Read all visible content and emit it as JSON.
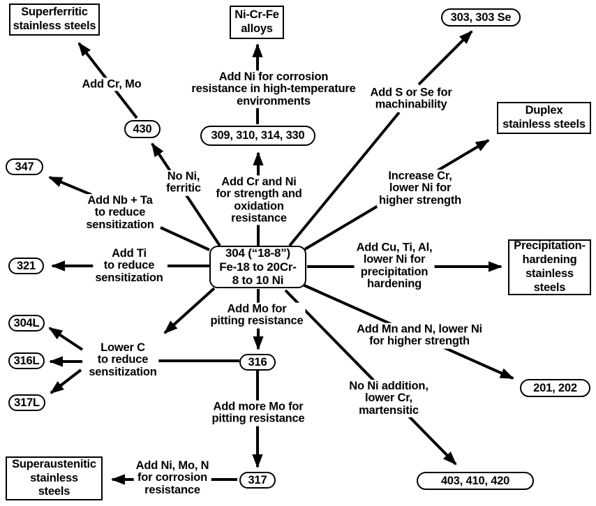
{
  "diagram": {
    "center": "304 (“18-8”)\nFe-18 to 20Cr-\n8 to 10 Ni",
    "boxes": {
      "superferritic": "Superferritic\nstainless steels",
      "nicrfe": "Ni-Cr-Fe\nalloys",
      "duplex": "Duplex\nstainless steels",
      "precipitation": "Precipitation-\nhardening\nstainless\nsteels",
      "superaustenitic": "Superaustenitic\nstainless\nsteels"
    },
    "grades": {
      "g303": "303, 303 Se",
      "g430": "430",
      "g309": "309, 310, 314, 330",
      "g347": "347",
      "g321": "321",
      "g304l": "304L",
      "g316l": "316L",
      "g317l": "317L",
      "g316": "316",
      "g317": "317",
      "g201": "201, 202",
      "g403": "403, 410, 420"
    },
    "labels": {
      "add_cr_mo": "Add Cr, Mo",
      "add_ni_corrosion": "Add Ni for corrosion\nresistance in high-temperature\nenvironments",
      "add_s_se": "Add S or Se for\nmachinability",
      "no_ni_ferritic": "No Ni,\nferritic",
      "add_cr_ni": "Add Cr and Ni\nfor strength and\noxidation\nresistance",
      "increase_cr": "Increase Cr,\nlower Ni for\nhigher strength",
      "add_nb_ta": "Add Nb + Ta\nto reduce\nsensitization",
      "add_ti": "Add Ti\nto reduce\nsensitization",
      "add_cu_ti_al": "Add Cu, Ti, Al,\nlower Ni for\nprecipitation\nhardening",
      "add_mo": "Add Mo for\npitting resistance",
      "add_mn_n": "Add Mn and N, lower Ni\nfor higher strength",
      "lower_c": "Lower C\nto reduce\nsensitization",
      "no_ni_addition": "No Ni addition,\nlower Cr,\nmartensitic",
      "add_more_mo": "Add more Mo for\npitting resistance",
      "add_ni_mo_n": "Add Ni, Mo, N\nfor corrosion\nresistance"
    },
    "colors": {
      "ink": "#000000",
      "background": "#ffffff"
    }
  }
}
